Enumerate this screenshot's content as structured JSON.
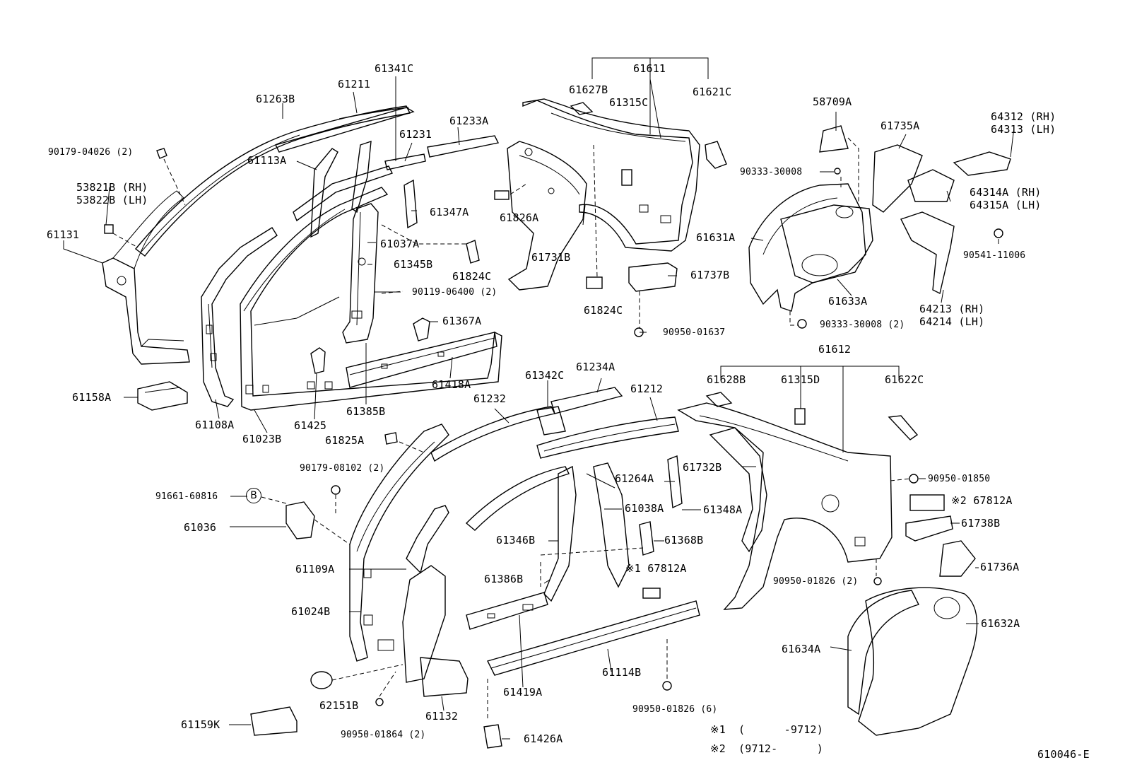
{
  "diagram_code": "610046-E",
  "notes": [
    {
      "mark": "※1",
      "text": "(      -9712)"
    },
    {
      "mark": "※2",
      "text": "(9712-      )"
    }
  ],
  "circle_ref": "B",
  "labels": {
    "l61611": "61611",
    "l61627B": "61627B",
    "l61315C": "61315C",
    "l61621C": "61621C",
    "l61341C": "61341C",
    "l61211": "61211",
    "l61263B": "61263B",
    "l61231": "61231",
    "l61233A": "61233A",
    "l90179_04026": "90179-04026 (2)",
    "l53821B": "53821B (RH)",
    "l53822B": "53822B (LH)",
    "l61113A": "61113A",
    "l61131": "61131",
    "l61347A": "61347A",
    "l61826A": "61826A",
    "l61037A": "61037A",
    "l61824C_a": "61824C",
    "l61345B": "61345B",
    "l90119_06400": "90119-06400 (2)",
    "l61731B": "61731B",
    "l61737B": "61737B",
    "l61824C_b": "61824C",
    "l90950_01637": "90950-01637",
    "l61367A": "61367A",
    "l61418A": "61418A",
    "l61158A": "61158A",
    "l61108A": "61108A",
    "l61023B": "61023B",
    "l61425": "61425",
    "l61385B": "61385B",
    "l58709A": "58709A",
    "l61735A": "61735A",
    "l64312": "64312 (RH)",
    "l64313": "64313 (LH)",
    "l90333_30008a": "90333-30008",
    "l64314A": "64314A (RH)",
    "l64315A": "64315A (LH)",
    "l61631A": "61631A",
    "l90541_11006": "90541-11006",
    "l61633A": "61633A",
    "l64213": "64213 (RH)",
    "l64214": "64214 (LH)",
    "l90333_30008b": "90333-30008 (2)",
    "l61612": "61612",
    "l61628B": "61628B",
    "l61315D": "61315D",
    "l61622C": "61622C",
    "l61342C": "61342C",
    "l61234A": "61234A",
    "l61232": "61232",
    "l61212": "61212",
    "l61825A": "61825A",
    "l90179_08102": "90179-08102 (2)",
    "l91661_60816": "91661-60816",
    "l61036": "61036",
    "l61264A": "61264A",
    "l61732B": "61732B",
    "l90950_01850": "90950-01850",
    "l67812A_2": "※2 67812A",
    "l61738B": "61738B",
    "l61038A": "61038A",
    "l61348A": "61348A",
    "l61346B": "61346B",
    "l61368B": "61368B",
    "l61109A": "61109A",
    "l67812A_1": "※1 67812A",
    "l61386B": "61386B",
    "l61736A": "61736A",
    "l90950_01826_2": "90950-01826 (2)",
    "l61024B": "61024B",
    "l61632A": "61632A",
    "l61634A": "61634A",
    "l61114B": "61114B",
    "l61419A": "61419A",
    "l62151B": "62151B",
    "l61132": "61132",
    "l90950_01826_6": "90950-01826 (6)",
    "l61159K": "61159K",
    "l90950_01864": "90950-01864 (2)",
    "l61426A": "61426A"
  }
}
